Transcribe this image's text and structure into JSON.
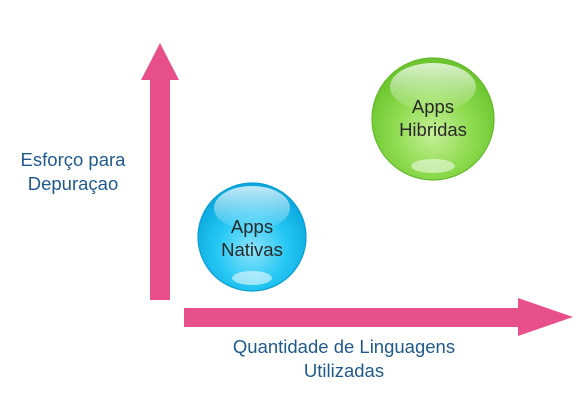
{
  "colors": {
    "arrow": "#e8508c",
    "label_text": "#1f5a8c",
    "bubble_text": "#2a2a2a",
    "nativas_fill": "#11c3f3",
    "hibridas_fill": "#7fd33f"
  },
  "axes": {
    "y_label_lines": [
      "Esforço para",
      "Depuraçao"
    ],
    "x_label_lines": [
      "Quantidade de Linguagens",
      "Utilizadas"
    ]
  },
  "bubbles": [
    {
      "id": "nativas",
      "lines": [
        "Apps",
        "Nativas"
      ],
      "color": "#11c3f3"
    },
    {
      "id": "hibridas",
      "lines": [
        "Apps",
        "Hibridas"
      ],
      "color": "#7fd33f"
    }
  ]
}
